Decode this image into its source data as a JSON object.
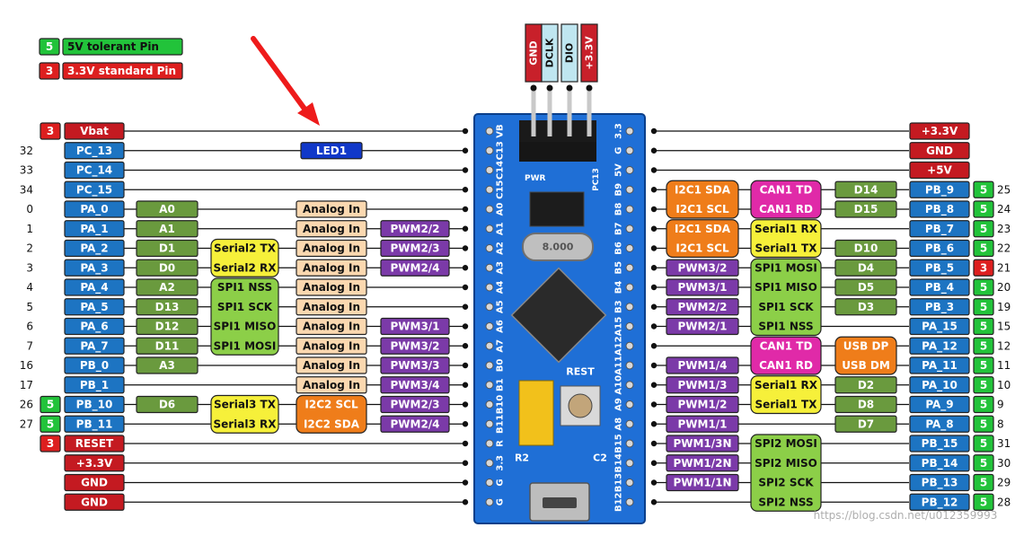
{
  "legend": [
    {
      "num": "5",
      "text": "5V tolerant Pin",
      "color": "#22c33a"
    },
    {
      "num": "3",
      "text": "3.3V standard Pin",
      "color": "#dd1f1f"
    }
  ],
  "swd_header": [
    {
      "label": "GND",
      "color": "#c8202a"
    },
    {
      "label": "DCLK",
      "color": "#bfe6f0"
    },
    {
      "label": "DIO",
      "color": "#bfe6f0"
    },
    {
      "label": "+3.3V",
      "color": "#c8202a"
    }
  ],
  "led_label": "LED1",
  "board": {
    "left_silk": [
      "VB",
      "C13",
      "C14",
      "C15",
      "A0",
      "A1",
      "A2",
      "A3",
      "A4",
      "A5",
      "A6",
      "A7",
      "B0",
      "B1",
      "B10",
      "B11",
      "R",
      "3.3",
      "G",
      "G"
    ],
    "right_silk": [
      "3.3",
      "G",
      "5V",
      "B9",
      "B8",
      "B7",
      "B6",
      "B5",
      "B4",
      "B3",
      "A15",
      "A12",
      "A11",
      "A10",
      "A9",
      "A8",
      "B15",
      "B14",
      "B13",
      "B12"
    ],
    "reset_label": "REST",
    "crystal_label": "8.000",
    "pwr_label": "PWR",
    "pc13_label": "PC13",
    "r2_label": "R2",
    "c2_label": "C2"
  },
  "left_pins": [
    {
      "num": "",
      "tol": "3",
      "name": "Vbat",
      "name_color": "#c41a21"
    },
    {
      "num": "32",
      "tol": "",
      "name": "PC_13",
      "name_color": "#1d74c2"
    },
    {
      "num": "33",
      "tol": "",
      "name": "PC_14",
      "name_color": "#1d74c2"
    },
    {
      "num": "34",
      "tol": "",
      "name": "PC_15",
      "name_color": "#1d74c2"
    },
    {
      "num": "0",
      "tol": "",
      "name": "PA_0",
      "name_color": "#1d74c2"
    },
    {
      "num": "1",
      "tol": "",
      "name": "PA_1",
      "name_color": "#1d74c2"
    },
    {
      "num": "2",
      "tol": "",
      "name": "PA_2",
      "name_color": "#1d74c2"
    },
    {
      "num": "3",
      "tol": "",
      "name": "PA_3",
      "name_color": "#1d74c2"
    },
    {
      "num": "4",
      "tol": "",
      "name": "PA_4",
      "name_color": "#1d74c2"
    },
    {
      "num": "5",
      "tol": "",
      "name": "PA_5",
      "name_color": "#1d74c2"
    },
    {
      "num": "6",
      "tol": "",
      "name": "PA_6",
      "name_color": "#1d74c2"
    },
    {
      "num": "7",
      "tol": "",
      "name": "PA_7",
      "name_color": "#1d74c2"
    },
    {
      "num": "16",
      "tol": "",
      "name": "PB_0",
      "name_color": "#1d74c2"
    },
    {
      "num": "17",
      "tol": "",
      "name": "PB_1",
      "name_color": "#1d74c2"
    },
    {
      "num": "26",
      "tol": "5",
      "name": "PB_10",
      "name_color": "#1d74c2"
    },
    {
      "num": "27",
      "tol": "5",
      "name": "PB_11",
      "name_color": "#1d74c2"
    },
    {
      "num": "",
      "tol": "3",
      "name": "RESET",
      "name_color": "#c41a21"
    },
    {
      "num": "",
      "tol": "",
      "name": "+3.3V",
      "name_color": "#c41a21"
    },
    {
      "num": "",
      "tol": "",
      "name": "GND",
      "name_color": "#c41a21"
    },
    {
      "num": "",
      "tol": "",
      "name": "GND",
      "name_color": "#c41a21"
    }
  ],
  "left_labels": [
    {
      "col": "a",
      "row": 4,
      "text": "A0"
    },
    {
      "col": "a",
      "row": 5,
      "text": "A1"
    },
    {
      "col": "a",
      "row": 6,
      "text": "D1"
    },
    {
      "col": "a",
      "row": 7,
      "text": "D0"
    },
    {
      "col": "a",
      "row": 8,
      "text": "A2"
    },
    {
      "col": "a",
      "row": 9,
      "text": "D13"
    },
    {
      "col": "a",
      "row": 10,
      "text": "D12"
    },
    {
      "col": "a",
      "row": 11,
      "text": "D11"
    },
    {
      "col": "a",
      "row": 12,
      "text": "A3"
    },
    {
      "col": "a",
      "row": 14,
      "text": "D6"
    },
    {
      "col": "c",
      "row": 4,
      "text": "Analog In"
    },
    {
      "col": "c",
      "row": 5,
      "text": "Analog In"
    },
    {
      "col": "c",
      "row": 6,
      "text": "Analog In"
    },
    {
      "col": "c",
      "row": 7,
      "text": "Analog In"
    },
    {
      "col": "c",
      "row": 8,
      "text": "Analog In"
    },
    {
      "col": "c",
      "row": 9,
      "text": "Analog In"
    },
    {
      "col": "c",
      "row": 10,
      "text": "Analog In"
    },
    {
      "col": "c",
      "row": 11,
      "text": "Analog In"
    },
    {
      "col": "c",
      "row": 12,
      "text": "Analog In"
    },
    {
      "col": "c",
      "row": 13,
      "text": "Analog In"
    },
    {
      "col": "d",
      "row": 5,
      "text": "PWM2/2"
    },
    {
      "col": "d",
      "row": 6,
      "text": "PWM2/3"
    },
    {
      "col": "d",
      "row": 7,
      "text": "PWM2/4"
    },
    {
      "col": "d",
      "row": 10,
      "text": "PWM3/1"
    },
    {
      "col": "d",
      "row": 11,
      "text": "PWM3/2"
    },
    {
      "col": "d",
      "row": 12,
      "text": "PWM3/3"
    },
    {
      "col": "d",
      "row": 13,
      "text": "PWM3/4"
    },
    {
      "col": "d",
      "row": 14,
      "text": "PWM2/3"
    },
    {
      "col": "d",
      "row": 15,
      "text": "PWM2/4"
    }
  ],
  "left_groups": [
    {
      "col": "b",
      "row": 6,
      "span": 2,
      "lines": [
        "Serial2 TX",
        "Serial2 RX"
      ],
      "color": "#f6f03a"
    },
    {
      "col": "b",
      "row": 8,
      "span": 4,
      "lines": [
        "SPI1 NSS",
        "SPI1 SCK",
        "SPI1 MISO",
        "SPI1 MOSI"
      ],
      "color": "#8ccf48"
    },
    {
      "col": "b",
      "row": 14,
      "span": 2,
      "lines": [
        "Serial3 TX",
        "Serial3 RX"
      ],
      "color": "#f6f03a"
    },
    {
      "col": "c",
      "row": 14,
      "span": 2,
      "lines": [
        "I2C2 SCL",
        "I2C2 SDA"
      ],
      "color": "#ef7d1a"
    }
  ],
  "right_pins": [
    {
      "num": "",
      "tol": "",
      "name": "+3.3V",
      "name_color": "#c41a21"
    },
    {
      "num": "",
      "tol": "",
      "name": "GND",
      "name_color": "#c41a21"
    },
    {
      "num": "",
      "tol": "",
      "name": "+5V",
      "name_color": "#c41a21"
    },
    {
      "num": "25",
      "tol": "5",
      "name": "PB_9",
      "name_color": "#1d74c2"
    },
    {
      "num": "24",
      "tol": "5",
      "name": "PB_8",
      "name_color": "#1d74c2"
    },
    {
      "num": "23",
      "tol": "5",
      "name": "PB_7",
      "name_color": "#1d74c2"
    },
    {
      "num": "22",
      "tol": "5",
      "name": "PB_6",
      "name_color": "#1d74c2"
    },
    {
      "num": "21",
      "tol": "3",
      "name": "PB_5",
      "name_color": "#1d74c2"
    },
    {
      "num": "20",
      "tol": "5",
      "name": "PB_4",
      "name_color": "#1d74c2"
    },
    {
      "num": "19",
      "tol": "5",
      "name": "PB_3",
      "name_color": "#1d74c2"
    },
    {
      "num": "15",
      "tol": "5",
      "name": "PA_15",
      "name_color": "#1d74c2"
    },
    {
      "num": "12",
      "tol": "5",
      "name": "PA_12",
      "name_color": "#1d74c2"
    },
    {
      "num": "11",
      "tol": "5",
      "name": "PA_11",
      "name_color": "#1d74c2"
    },
    {
      "num": "10",
      "tol": "5",
      "name": "PA_10",
      "name_color": "#1d74c2"
    },
    {
      "num": "9",
      "tol": "5",
      "name": "PA_9",
      "name_color": "#1d74c2"
    },
    {
      "num": "8",
      "tol": "5",
      "name": "PA_8",
      "name_color": "#1d74c2"
    },
    {
      "num": "31",
      "tol": "5",
      "name": "PB_15",
      "name_color": "#1d74c2"
    },
    {
      "num": "30",
      "tol": "5",
      "name": "PB_14",
      "name_color": "#1d74c2"
    },
    {
      "num": "29",
      "tol": "5",
      "name": "PB_13",
      "name_color": "#1d74c2"
    },
    {
      "num": "28",
      "tol": "5",
      "name": "PB_12",
      "name_color": "#1d74c2"
    }
  ],
  "right_labels": [
    {
      "col": "a",
      "row": 3,
      "text": "D14"
    },
    {
      "col": "a",
      "row": 4,
      "text": "D15"
    },
    {
      "col": "a",
      "row": 6,
      "text": "D10"
    },
    {
      "col": "a",
      "row": 7,
      "text": "D4"
    },
    {
      "col": "a",
      "row": 8,
      "text": "D5"
    },
    {
      "col": "a",
      "row": 9,
      "text": "D3"
    },
    {
      "col": "a",
      "row": 13,
      "text": "D2"
    },
    {
      "col": "a",
      "row": 14,
      "text": "D8"
    },
    {
      "col": "a",
      "row": 15,
      "text": "D7"
    },
    {
      "col": "c",
      "row": 7,
      "text": "PWM3/2"
    },
    {
      "col": "c",
      "row": 8,
      "text": "PWM3/1"
    },
    {
      "col": "c",
      "row": 9,
      "text": "PWM2/2"
    },
    {
      "col": "c",
      "row": 10,
      "text": "PWM2/1"
    },
    {
      "col": "c",
      "row": 12,
      "text": "PWM1/4"
    },
    {
      "col": "c",
      "row": 13,
      "text": "PWM1/3"
    },
    {
      "col": "c",
      "row": 14,
      "text": "PWM1/2"
    },
    {
      "col": "c",
      "row": 15,
      "text": "PWM1/1"
    },
    {
      "col": "c",
      "row": 16,
      "text": "PWM1/3N"
    },
    {
      "col": "c",
      "row": 17,
      "text": "PWM1/2N"
    },
    {
      "col": "c",
      "row": 18,
      "text": "PWM1/1N"
    }
  ],
  "right_groups": [
    {
      "col": "c",
      "row": 3,
      "span": 2,
      "lines": [
        "I2C1 SDA",
        "I2C1 SCL"
      ],
      "color": "#ef7d1a"
    },
    {
      "col": "c",
      "row": 5,
      "span": 2,
      "lines": [
        "I2C1 SDA",
        "I2C1 SCL"
      ],
      "color": "#ef7d1a"
    },
    {
      "col": "b",
      "row": 3,
      "span": 2,
      "lines": [
        "CAN1 TD",
        "CAN1 RD"
      ],
      "color": "#e02aa8"
    },
    {
      "col": "b",
      "row": 5,
      "span": 2,
      "lines": [
        "Serial1 RX",
        "Serial1 TX"
      ],
      "color": "#f6f03a"
    },
    {
      "col": "b",
      "row": 7,
      "span": 4,
      "lines": [
        "SPI1 MOSI",
        "SPI1 MISO",
        "SPI1 SCK",
        "SPI1 NSS"
      ],
      "color": "#8ccf48"
    },
    {
      "col": "b",
      "row": 11,
      "span": 2,
      "lines": [
        "CAN1 TD",
        "CAN1 RD"
      ],
      "color": "#e02aa8"
    },
    {
      "col": "a",
      "row": 11,
      "span": 2,
      "lines": [
        "USB DP",
        "USB DM"
      ],
      "color": "#ef7d1a"
    },
    {
      "col": "b",
      "row": 13,
      "span": 2,
      "lines": [
        "Serial1 RX",
        "Serial1 TX"
      ],
      "color": "#f6f03a"
    },
    {
      "col": "b",
      "row": 16,
      "span": 4,
      "lines": [
        "SPI2 MOSI",
        "SPI2 MISO",
        "SPI2 SCK",
        "SPI2 NSS"
      ],
      "color": "#8ccf48"
    }
  ],
  "colors": {
    "tol5": "#22c33a",
    "tol3": "#dd1f1f",
    "label_green": "#6a9a3e",
    "analog": "#fbd8b0",
    "pwm": "#7b3aa8",
    "led": "#1138c9",
    "board": "#1f6fd6",
    "arrow": "#ee1b1b"
  },
  "watermark": "https://blog.csdn.net/u012359993"
}
